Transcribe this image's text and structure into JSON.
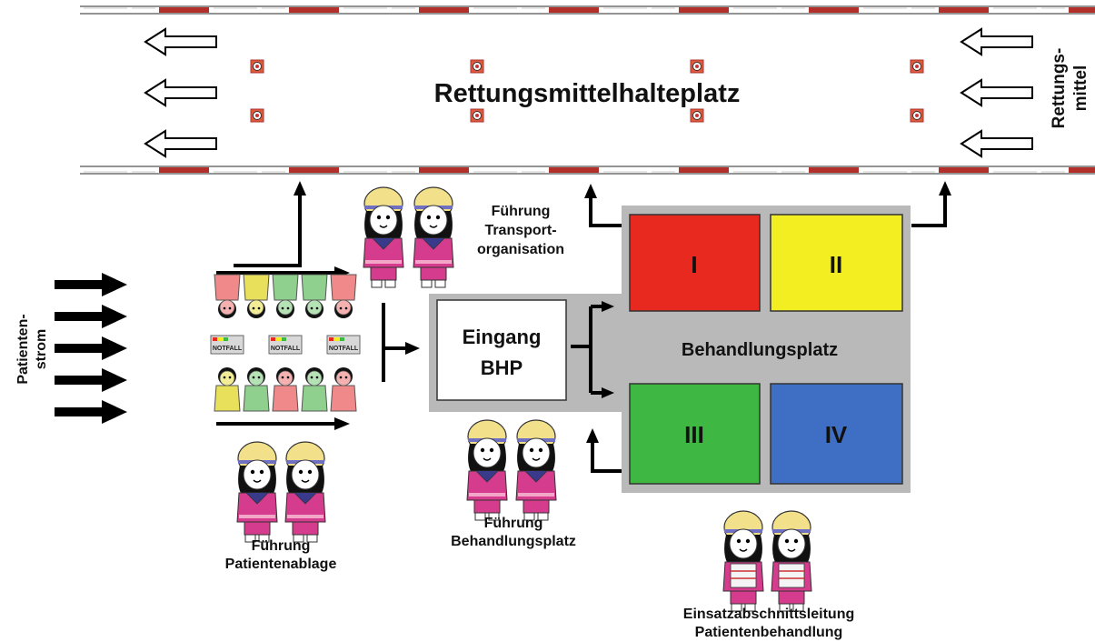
{
  "road": {
    "title": "Rettungsmittelhalteplatz",
    "vehicles_label_line1": "Rettungs-",
    "vehicles_label_line2": "mittel"
  },
  "patient_flow": {
    "label_line1": "Patienten-",
    "label_line2": "strom"
  },
  "patient_drop": {
    "sign_text": "NOTFALL",
    "top_row_colors": [
      "#f08a8a",
      "#e8e05a",
      "#8fd08f",
      "#8fd08f",
      "#f08a8a"
    ],
    "bottom_row_colors": [
      "#e8e05a",
      "#8fd08f",
      "#f08a8a",
      "#8fd08f",
      "#f08a8a"
    ]
  },
  "entrance": {
    "line1": "Eingang",
    "line2": "BHP"
  },
  "treatment_area": {
    "title": "Behandlungsplatz",
    "sections": [
      {
        "label": "I",
        "color": "#e8291f"
      },
      {
        "label": "II",
        "color": "#f2ee22"
      },
      {
        "label": "III",
        "color": "#3fb843"
      },
      {
        "label": "IV",
        "color": "#3f6fc4"
      }
    ]
  },
  "staff": {
    "patient_drop_line1": "Führung",
    "patient_drop_line2": "Patientenablage",
    "transport_line1": "Führung",
    "transport_line2": "Transport-",
    "transport_line3": "organisation",
    "treatment_line1": "Führung",
    "treatment_line2": "Behandlungsplatz",
    "section_lead_line1": "Einsatzabschnittsleitung",
    "section_lead_line2": "Patientenbehandlung"
  },
  "colors": {
    "road_stripe": "#b3302a",
    "area_gray": "#b9b9b9",
    "helmet": "#f2e08a",
    "uniform": "#d63c8e"
  }
}
